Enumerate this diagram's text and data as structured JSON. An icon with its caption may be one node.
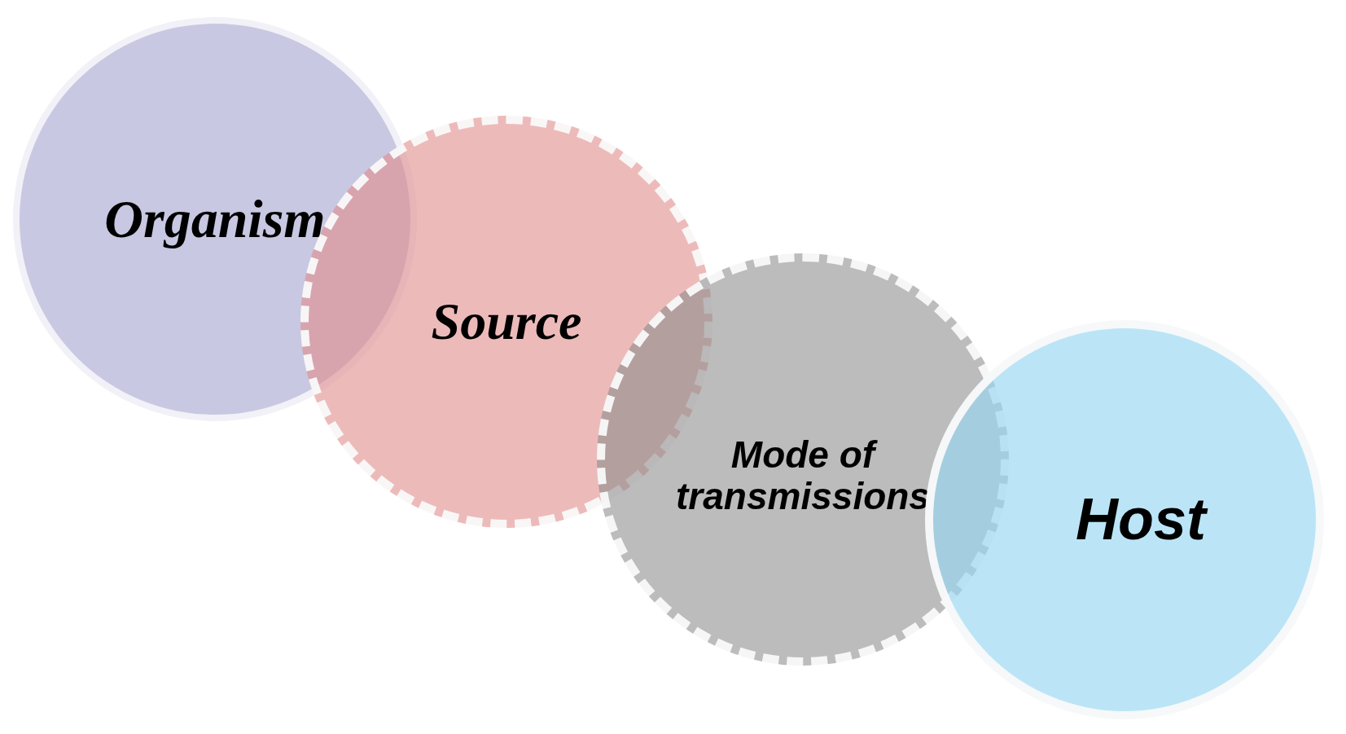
{
  "diagram": {
    "nodes": [
      {
        "text": [
          "Organism"
        ]
      },
      {
        "text": [
          "Source"
        ]
      },
      {
        "text": [
          "Mode of transmissions"
        ]
      },
      {
        "text": [
          "Host"
        ]
      }
    ],
    "edges": []
  }
}
